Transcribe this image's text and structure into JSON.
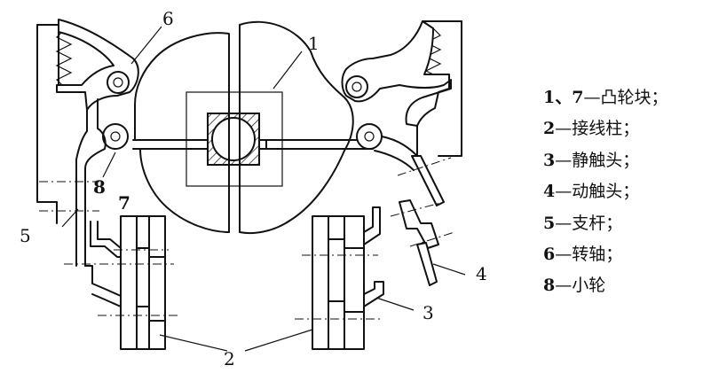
{
  "labels": {
    "l1": "1",
    "l2": "2",
    "l3": "3",
    "l4": "4",
    "l5": "5",
    "l6": "6",
    "l7": "7",
    "l8": "8"
  },
  "legend": [
    {
      "key": "1、7",
      "text": "—凸轮块；"
    },
    {
      "key": "2",
      "text": "—接线柱；"
    },
    {
      "key": "3",
      "text": "—静触头；"
    },
    {
      "key": "4",
      "text": "—动触头；"
    },
    {
      "key": "5",
      "text": "—支杆；"
    },
    {
      "key": "6",
      "text": "—转轴；"
    },
    {
      "key": "8",
      "text": "—小轮"
    }
  ]
}
